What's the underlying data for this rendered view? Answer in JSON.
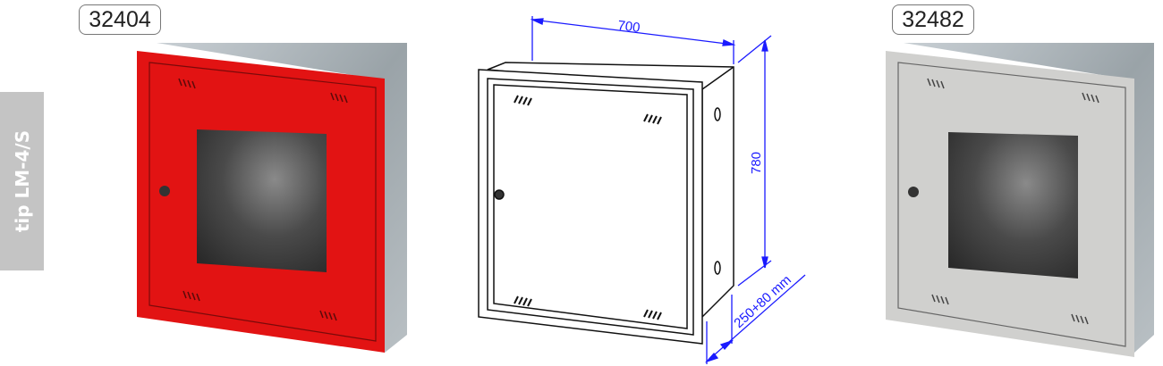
{
  "side_tab": {
    "label": "tip LM-4/S"
  },
  "products": [
    {
      "code": "32404",
      "color": "#e01010"
    },
    {
      "code": "32482",
      "color": "#cfcfcf"
    }
  ],
  "drawing": {
    "width_label": "700",
    "height_label": "780",
    "depth_label": "250+80 mm",
    "dimension_color": "#1a1aff"
  }
}
